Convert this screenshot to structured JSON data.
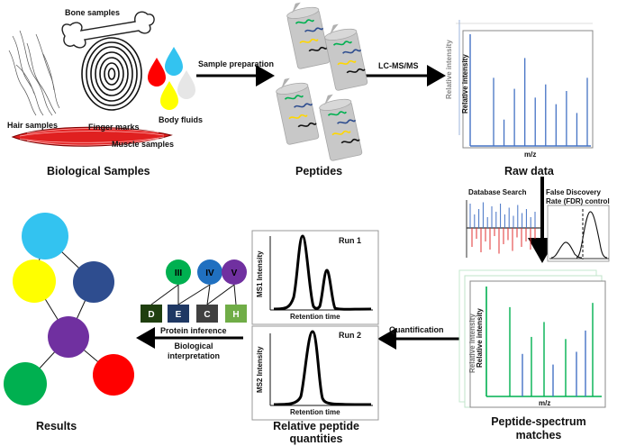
{
  "biological": {
    "title": "Biological Samples",
    "bone": "Bone samples",
    "hair": "Hair samples",
    "finger": "Finger marks",
    "body_fluids": "Body fluids",
    "muscle": "Muscle samples"
  },
  "arrows": {
    "sample_prep": "Sample preparation",
    "lcms": "LC-MS/MS",
    "quantification": "Quantification",
    "protein_inference": "Protein inference",
    "bio_interp_1": "Biological",
    "bio_interp_2": "interpretation"
  },
  "peptides": {
    "title": "Peptides"
  },
  "raw": {
    "title": "Raw data",
    "ylabel": "Relative intensity",
    "xlabel": "m/z",
    "ghost_label": "Relative intensity",
    "peaks": [
      0.62,
      0.24,
      0.52,
      0.8,
      0.44,
      0.56,
      0.38,
      0.5,
      0.3,
      0.62
    ]
  },
  "search": {
    "db_label": "Database Search",
    "fdr_1": "False Discovery",
    "fdr_2": "Rate (FDR) control"
  },
  "psm": {
    "title_1": "Peptide-spectrum",
    "title_2": "matches",
    "ylabel": "Relative intensity",
    "xlabel": "m/z",
    "ghost_label": "Relative intensity"
  },
  "quant": {
    "run1": "Run 1",
    "run2": "Run 2",
    "ms1": "MS1 Intensity",
    "ms2": "MS2 Intensity",
    "rt1": "Retention time",
    "rt2": "Retention time",
    "title_1": "Relative peptide",
    "title_2": "quantities"
  },
  "protein": {
    "nodes": [
      "III",
      "IV",
      "V"
    ],
    "peptides": [
      "D",
      "E",
      "C",
      "H"
    ]
  },
  "results": {
    "title": "Results"
  },
  "colors": {
    "cyan": "#33C3F0",
    "yellow": "#FFFF00",
    "navy": "#2E4D8F",
    "purple": "#7030A0",
    "green": "#00B050",
    "red": "#FF0000",
    "blue_peak": "#4472C4",
    "green_peak": "#00B050",
    "red_peak": "#E03030"
  }
}
